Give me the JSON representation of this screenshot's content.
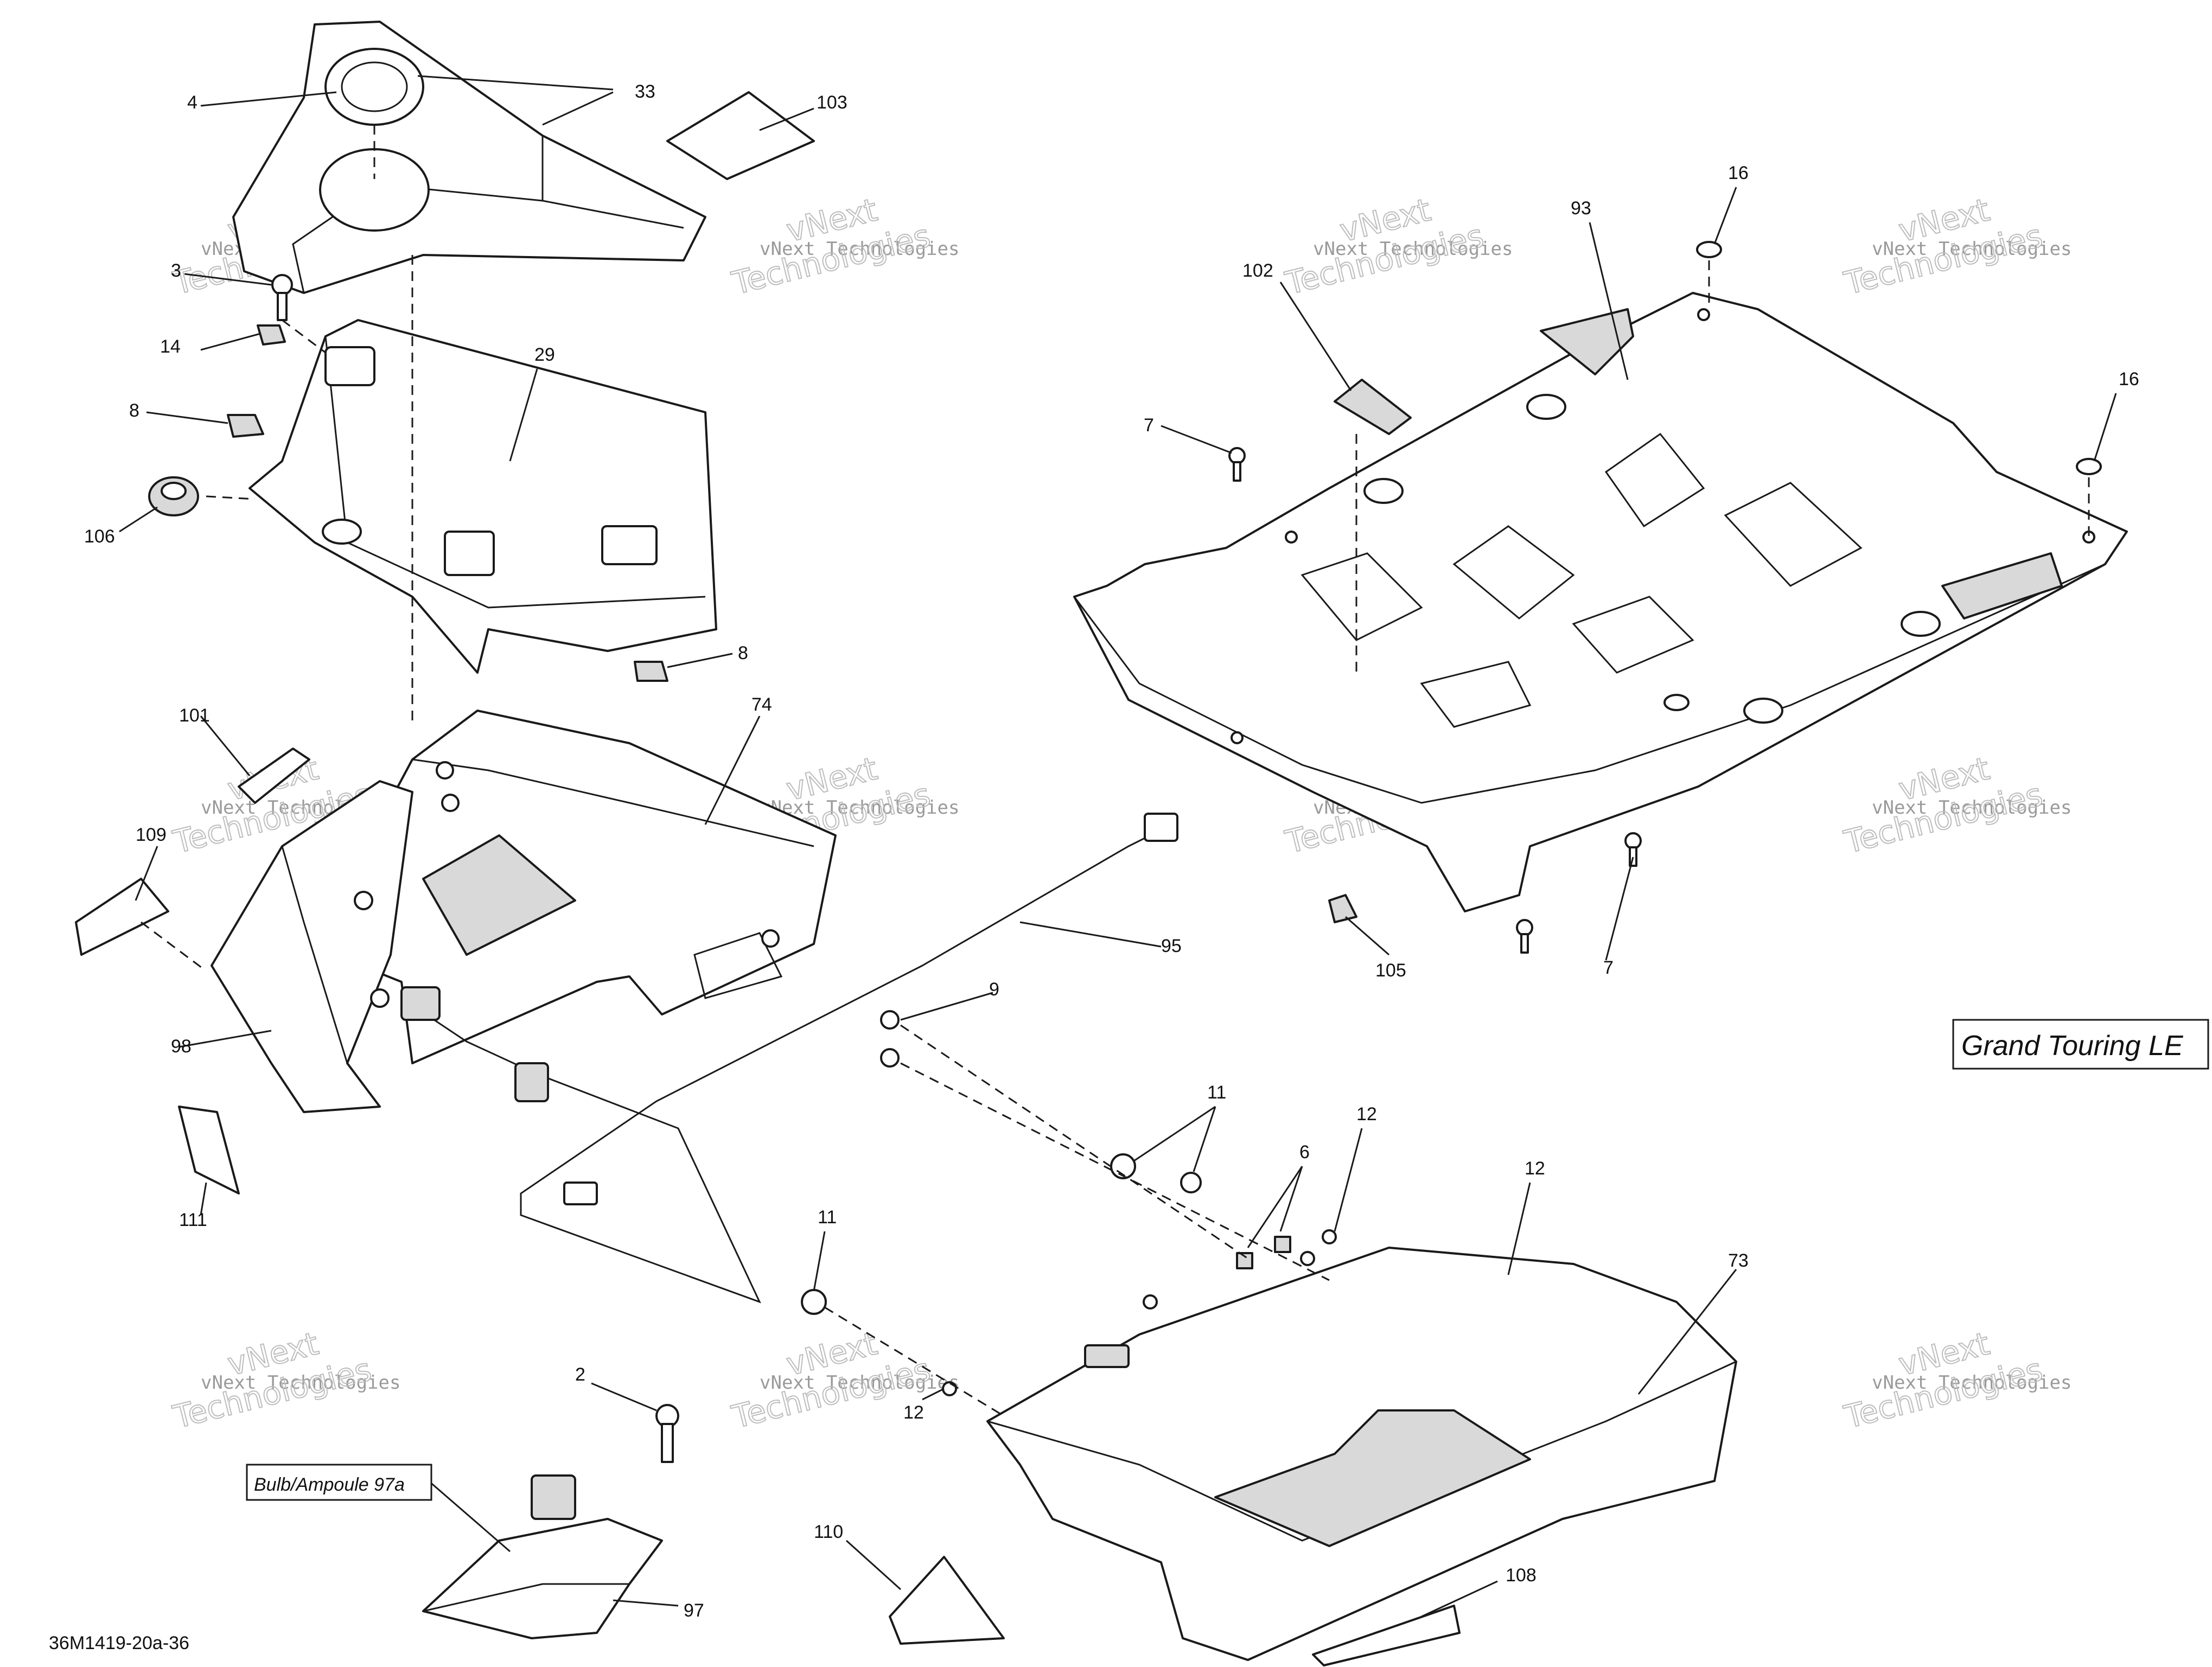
{
  "diagram": {
    "drawing_id": "36M1419-20a-36",
    "model_label": "Grand Touring LE",
    "bulb_label": "Bulb/Ampoule 97a",
    "callouts": [
      "4",
      "33",
      "103",
      "3",
      "14",
      "29",
      "8",
      "106",
      "8",
      "102",
      "93",
      "16",
      "16",
      "7",
      "101",
      "74",
      "109",
      "95",
      "98",
      "111",
      "9",
      "105",
      "7",
      "11",
      "6",
      "12",
      "12",
      "11",
      "73",
      "2",
      "12",
      "110",
      "97",
      "108"
    ],
    "watermark_line": "vNext Technologies",
    "watermark_big": "Technologies",
    "watermark_small": "vNext"
  }
}
